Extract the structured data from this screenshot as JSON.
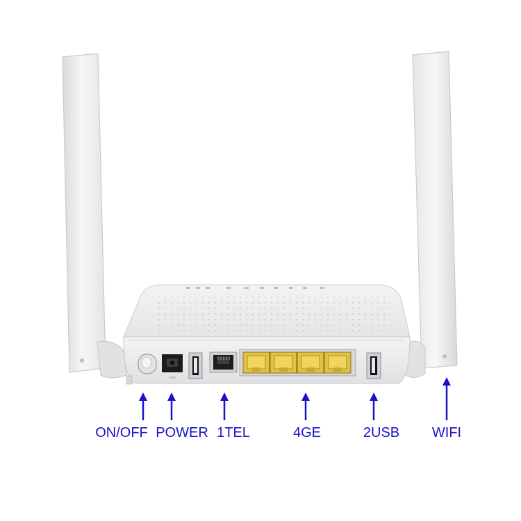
{
  "colors": {
    "label": "#1a12c8",
    "arrow": "#1a12c8",
    "device_body": "#ececee",
    "lan_port": "#e8c84a"
  },
  "labels": {
    "on_off": "ON/OFF",
    "power": "POWER",
    "tel": "1TEL",
    "ge": "4GE",
    "usb": "2USB",
    "wifi": "WIFI"
  }
}
